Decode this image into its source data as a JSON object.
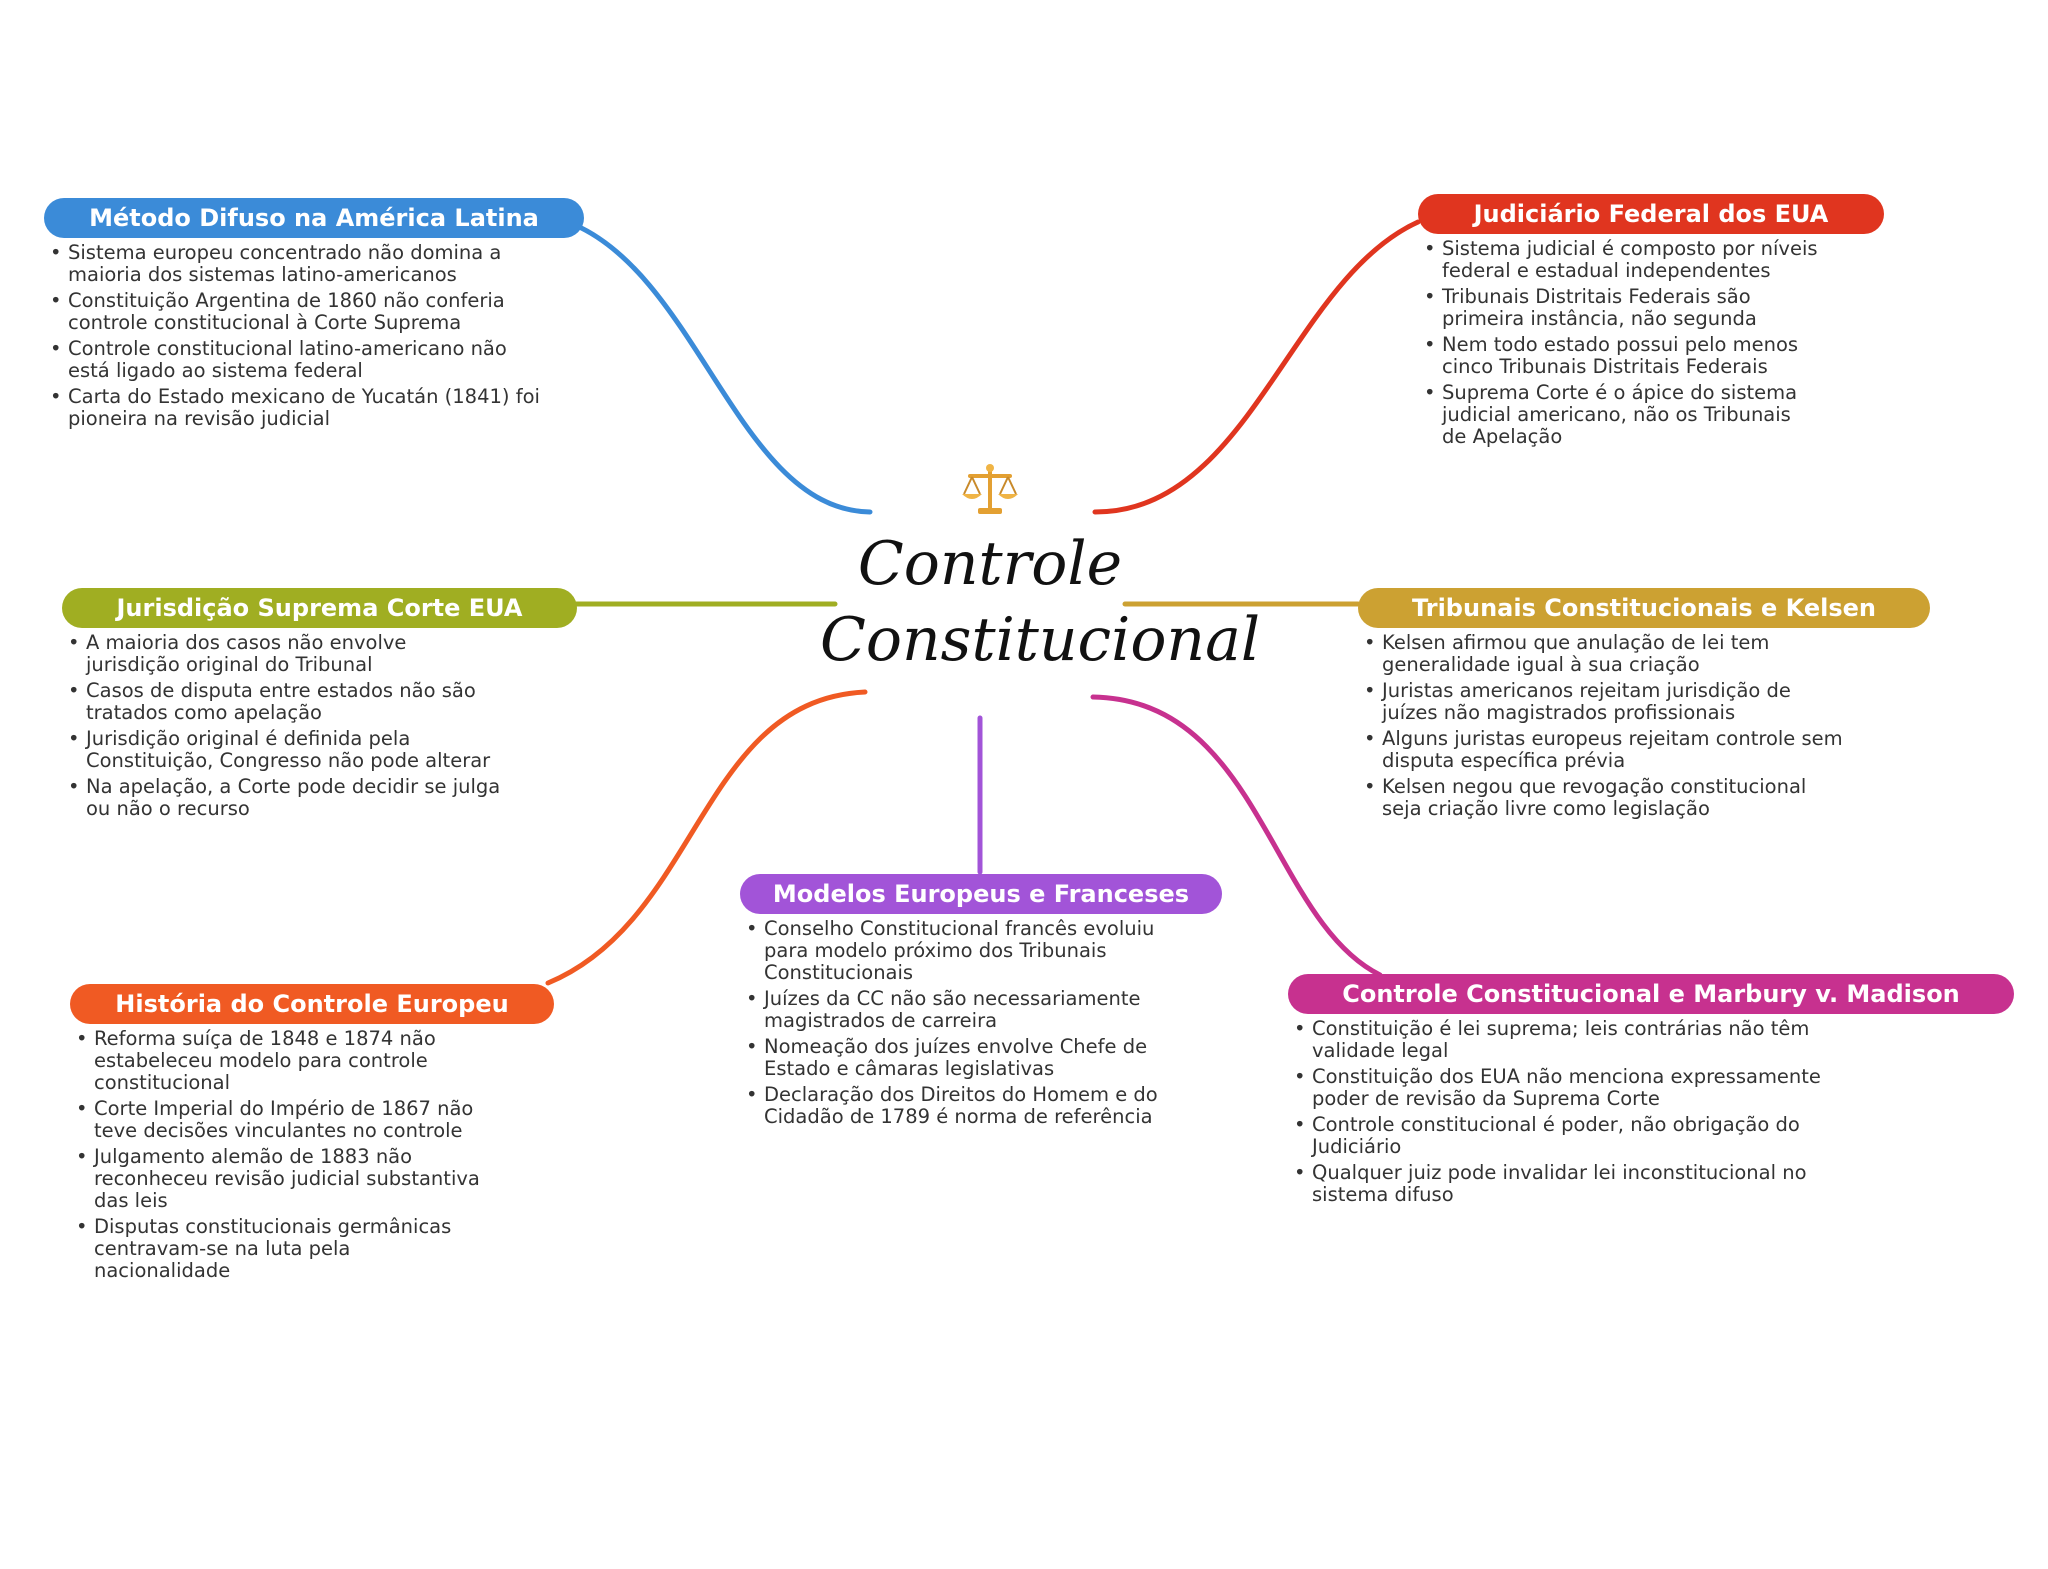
{
  "center": {
    "title_line1": "Controle",
    "title_line2": "Constitucional",
    "icon": "scales-icon"
  },
  "colors": {
    "blue": "#3B8BD8",
    "red": "#E0351F",
    "olive": "#A0AE22",
    "gold": "#CCA132",
    "orange": "#F05A23",
    "purple": "#A254D8",
    "magenta": "#C7318F"
  },
  "branches": {
    "metodo_difuso": {
      "title": "Método Difuso na América Latina",
      "items": [
        "Sistema europeu concentrado não domina a maioria dos sistemas latino-americanos",
        "Constituição Argentina de 1860 não conferia controle constitucional à Corte Suprema",
        "Controle constitucional latino-americano não está ligado ao sistema federal",
        "Carta do Estado mexicano de Yucatán (1841) foi pioneira na revisão judicial"
      ]
    },
    "judiciario_federal": {
      "title": "Judiciário Federal dos EUA",
      "items": [
        "Sistema judicial é composto por níveis federal e estadual independentes",
        "Tribunais Distritais Federais são primeira instância, não segunda",
        "Nem todo estado possui pelo menos cinco Tribunais Distritais Federais",
        "Suprema Corte é o ápice do sistema judicial americano, não os Tribunais de Apelação"
      ]
    },
    "jurisdicao_suprema": {
      "title": "Jurisdição Suprema Corte EUA",
      "items": [
        "A maioria dos casos não envolve jurisdição original do Tribunal",
        "Casos de disputa entre estados não são tratados como apelação",
        "Jurisdição original é definida pela Constituição, Congresso não pode alterar",
        "Na apelação, a Corte pode decidir se julga ou não o recurso"
      ]
    },
    "tribunais_kelsen": {
      "title": "Tribunais Constitucionais e Kelsen",
      "items": [
        "Kelsen afirmou que anulação de lei tem generalidade igual à sua criação",
        "Juristas americanos rejeitam jurisdição de juízes não magistrados profissionais",
        "Alguns juristas europeus rejeitam controle sem disputa específica prévia",
        "Kelsen negou que revogação constitucional seja criação livre como legislação"
      ]
    },
    "modelos_europeus": {
      "title": "Modelos Europeus e Franceses",
      "items": [
        "Conselho Constitucional francês evoluiu para modelo próximo dos Tribunais Constitucionais",
        "Juízes da CC não são necessariamente magistrados de carreira",
        "Nomeação dos juízes envolve Chefe de Estado e câmaras legislativas",
        "Declaração dos Direitos do Homem e do Cidadão de 1789 é norma de referência"
      ]
    },
    "historia_europeu": {
      "title": "História do Controle Europeu",
      "items": [
        "Reforma suíça de 1848 e 1874 não estabeleceu modelo para controle constitucional",
        "Corte Imperial do Império de 1867 não teve decisões vinculantes no controle",
        "Julgamento alemão de 1883 não reconheceu revisão judicial substantiva das leis",
        "Disputas constitucionais germânicas centravam-se na luta pela nacionalidade"
      ]
    },
    "marbury": {
      "title": "Controle Constitucional e Marbury v. Madison",
      "items": [
        "Constituição é lei suprema; leis contrárias não têm validade legal",
        "Constituição dos EUA não menciona expressamente poder de revisão da Suprema Corte",
        "Controle constitucional é poder, não obrigação do Judiciário",
        "Qualquer juiz pode invalidar lei inconstitucional no sistema difuso"
      ]
    }
  }
}
